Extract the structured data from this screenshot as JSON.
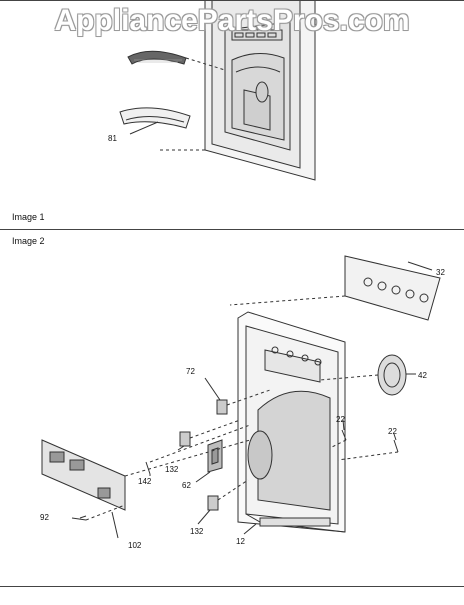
{
  "watermark": "AppliancePartsPros.com",
  "sections": [
    {
      "label": "Image 1"
    },
    {
      "label": "Image 2"
    }
  ],
  "callouts": {
    "image1": [
      "81"
    ],
    "image2": [
      "32",
      "72",
      "42",
      "22",
      "22",
      "142",
      "132",
      "62",
      "92",
      "102",
      "132",
      "12"
    ]
  }
}
